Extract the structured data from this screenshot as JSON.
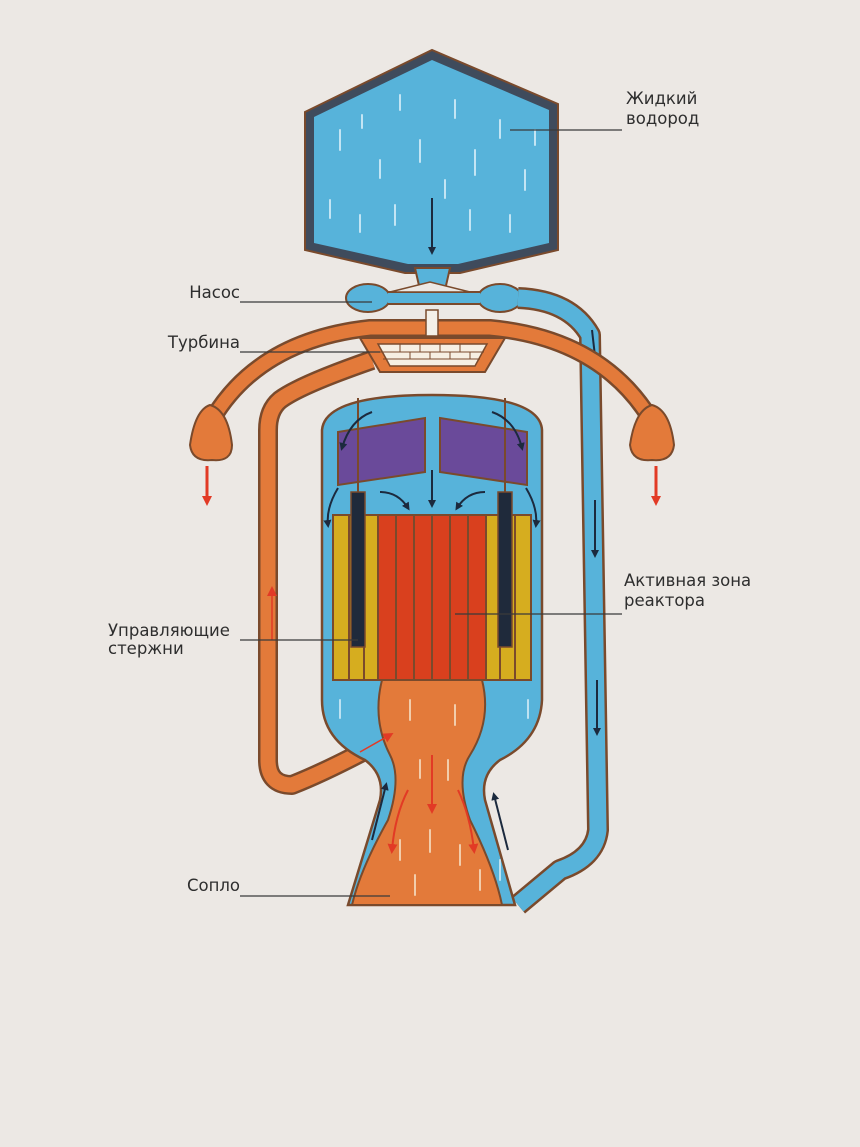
{
  "labels": {
    "hydrogen_line1": "Жидкий",
    "hydrogen_line2": "водород",
    "pump": "Насос",
    "turbine": "Турбина",
    "core_line1": "Активная зона",
    "core_line2": "реактора",
    "rods_line1": "Управляющие",
    "rods_line2": "стержни",
    "nozzle": "Сопло"
  },
  "colors": {
    "background": "#ece8e4",
    "hydrogen": "#57b3da",
    "hot_gas": "#e37a3a",
    "outline": "#7a4a2c",
    "tank_shell": "#3f4b5c",
    "reflector": "#6a4a9a",
    "fuel": "#d9401e",
    "shield": "#d6ad1f",
    "control_rod": "#1f2a3b",
    "exhaust_arrow": "#e23a25",
    "flow_arrow": "#1c2a3e"
  },
  "icons": [
    "flow-arrow-icon",
    "exhaust-arrow-icon"
  ]
}
